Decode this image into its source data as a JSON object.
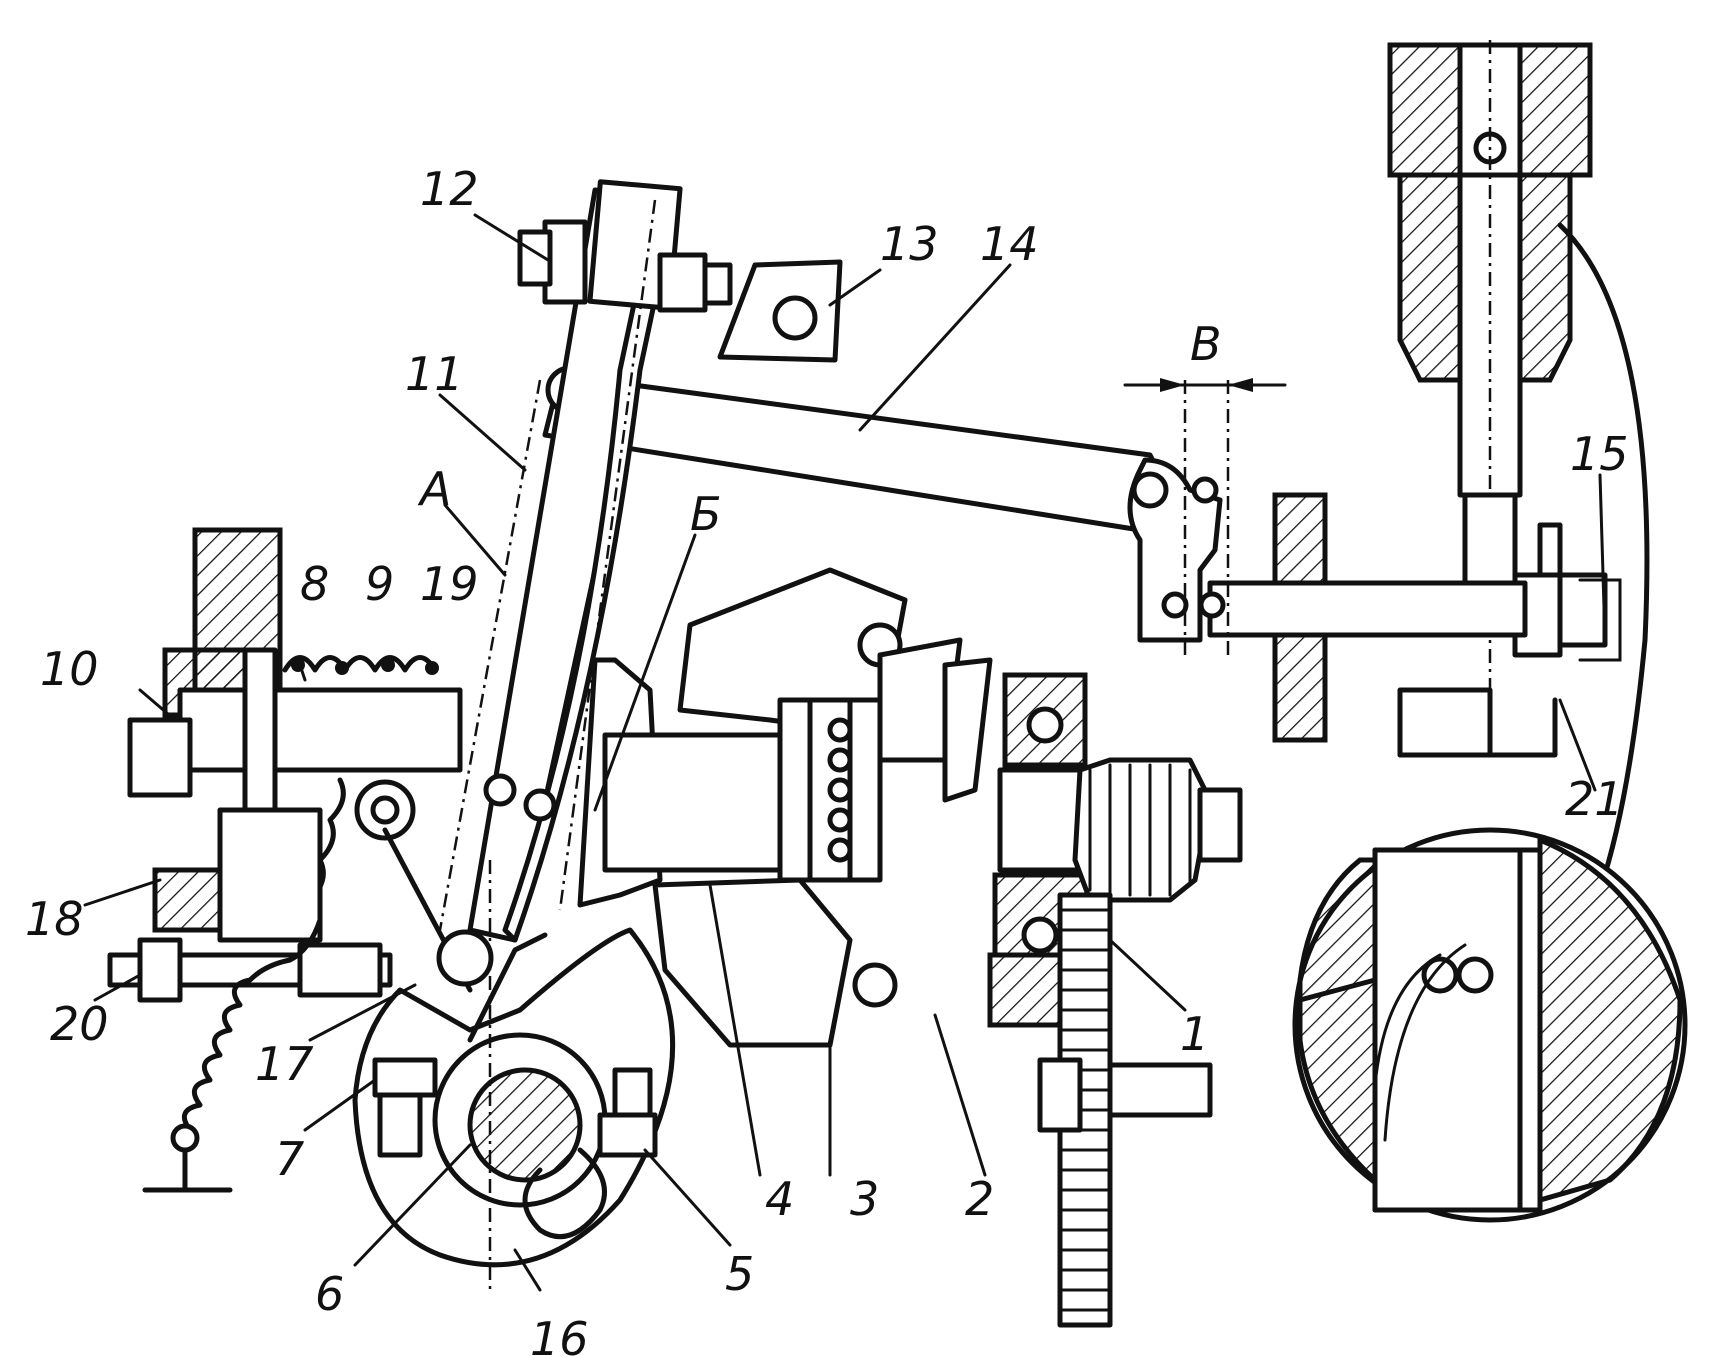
{
  "labels": {
    "n1": "1",
    "n2": "2",
    "n3": "3",
    "n4": "4",
    "n5": "5",
    "n6": "6",
    "n7": "7",
    "n8": "8",
    "n9": "9",
    "n10": "10",
    "n11": "11",
    "n12": "12",
    "n13": "13",
    "n14": "14",
    "n15": "15",
    "n16": "16",
    "n17": "17",
    "n18": "18",
    "n19": "19",
    "n20": "20",
    "n21": "21",
    "A": "А",
    "B": "В",
    "Б": "Б"
  }
}
